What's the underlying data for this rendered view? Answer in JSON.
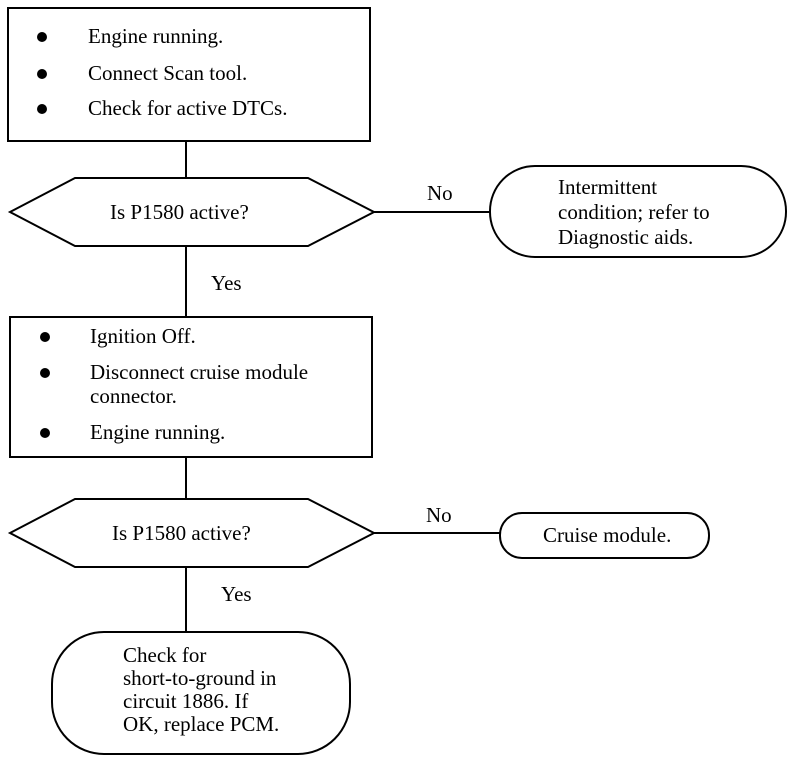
{
  "step1": {
    "items": [
      "Engine running.",
      "Connect Scan tool.",
      "Check for active DTCs."
    ]
  },
  "decision1": {
    "question": "Is P1580 active?",
    "no_label": "No",
    "yes_label": "Yes",
    "no_result_lines": [
      "Intermittent",
      "condition; refer to",
      "Diagnostic aids."
    ]
  },
  "step2": {
    "items": [
      "Ignition Off.",
      "Disconnect cruise module",
      "connector.",
      "Engine running."
    ]
  },
  "decision2": {
    "question": "Is P1580 active?",
    "no_label": "No",
    "yes_label": "Yes",
    "no_result": "Cruise module."
  },
  "final": {
    "lines": [
      "Check for",
      "short-to-ground in",
      "circuit 1886. If",
      "OK, replace PCM."
    ]
  }
}
